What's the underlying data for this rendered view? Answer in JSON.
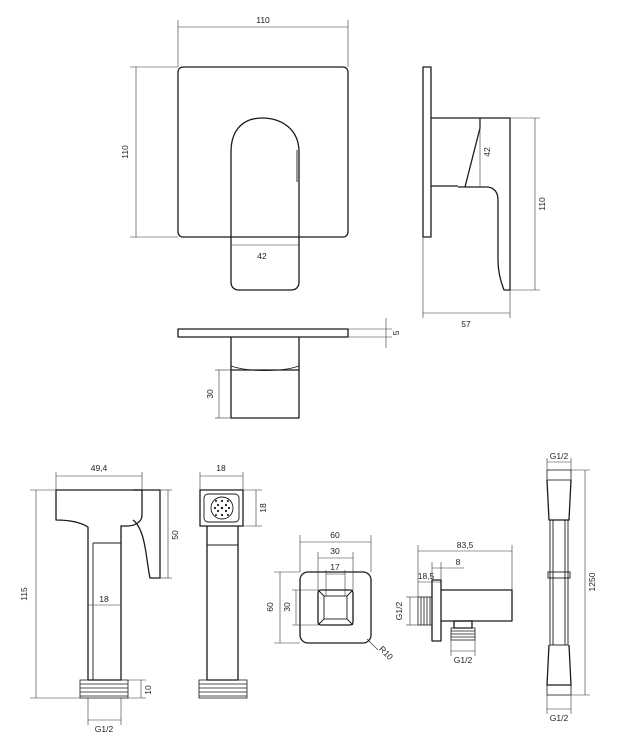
{
  "labels": {
    "mixer_front_width": "110",
    "mixer_front_height": "110",
    "mixer_lever_width": "42",
    "mixer_side_lever": "42",
    "mixer_side_height": "110",
    "mixer_side_depth": "57",
    "mixer_top_plate": "5",
    "mixer_top_body": "30",
    "spray_width": "49,4",
    "spray_head_height": "50",
    "spray_total_height": "115",
    "spray_handle_width": "18",
    "spray_thread_height": "10",
    "spray_thread": "G1/2",
    "spray_side_width": "18",
    "spray_side_head": "18",
    "outlet_front_plate": "60",
    "outlet_front_inner": "30",
    "outlet_front_port": "17",
    "outlet_front_height": "60",
    "outlet_front_inner_height": "30",
    "outlet_radius": "R10",
    "outlet_side_depth": "83,5",
    "outlet_side_offset": "8",
    "outlet_side_body": "18,5",
    "outlet_side_thread_in": "G1/2",
    "outlet_side_thread_out": "G1/2",
    "hose_thread_top": "G1/2",
    "hose_length": "1250",
    "hose_thread_bottom": "G1/2"
  },
  "colors": {
    "line": "#1a1a1a",
    "background": "#ffffff"
  }
}
